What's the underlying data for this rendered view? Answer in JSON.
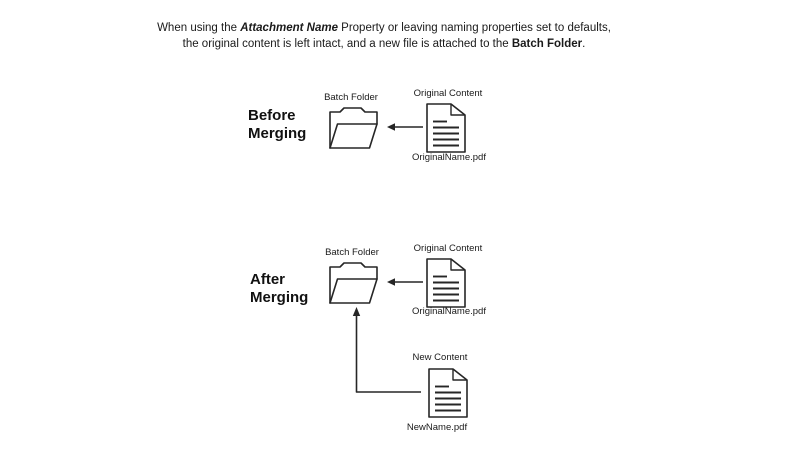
{
  "header": {
    "line1": {
      "t1": "When using the ",
      "emphasis": "Attachment Name",
      "t2": " Property or leaving naming properties set to defaults,"
    },
    "line2": {
      "t1": "the original content is left intact, and a new file is attached to the ",
      "strong": "Batch Folder",
      "t2": "."
    }
  },
  "before": {
    "title_line1": "Before",
    "title_line2": "Merging",
    "folder_label": "Batch Folder",
    "doc_label": "Original Content",
    "doc_filename": "OriginalName.pdf"
  },
  "after": {
    "title_line1": "After",
    "title_line2": "Merging",
    "folder_label": "Batch Folder",
    "original_doc_label": "Original Content",
    "original_doc_filename": "OriginalName.pdf",
    "new_doc_label": "New Content",
    "new_doc_filename": "NewName.pdf"
  },
  "icons": {
    "folder": "open-folder-icon",
    "document": "document-icon",
    "arrow_left": "arrow-left-icon",
    "arrow_up_elbow": "arrow-up-elbow-icon"
  },
  "colors": {
    "text": "#1a1a1a",
    "stroke": "#262626",
    "background": "#ffffff"
  }
}
